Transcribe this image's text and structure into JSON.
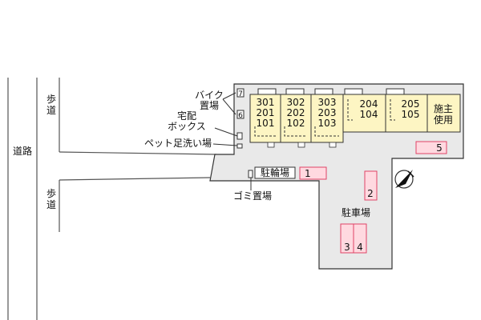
{
  "road": "道路",
  "sidewalk_top": "歩道",
  "sidewalk_bottom": "歩道",
  "bike_parking_label": "バイク置場",
  "bike_spots": [
    "7",
    "6"
  ],
  "delivery_box_label": "宅配ボックス",
  "pet_wash_label": "ペット足洗い場",
  "bicycle_parking_label": "駐輪場",
  "garbage_label": "ゴミ置場",
  "parking_label": "駐車場",
  "parking_spaces": [
    "1",
    "2",
    "3",
    "4",
    "5"
  ],
  "units": [
    {
      "floors": [
        "301",
        "201",
        "101"
      ]
    },
    {
      "floors": [
        "302",
        "202",
        "102"
      ]
    },
    {
      "floors": [
        "303",
        "203",
        "103"
      ]
    },
    {
      "floors": [
        "204",
        "104"
      ]
    },
    {
      "floors": [
        "205",
        "105"
      ]
    }
  ],
  "owner_unit": "施主使用",
  "colors": {
    "building": "#fdf5c3",
    "lot": "#e9e9e9",
    "parking": "#ffd9e0",
    "parking_border": "#e04466",
    "outline": "#333333"
  },
  "north_icon": "compass-north-arrow-icon"
}
